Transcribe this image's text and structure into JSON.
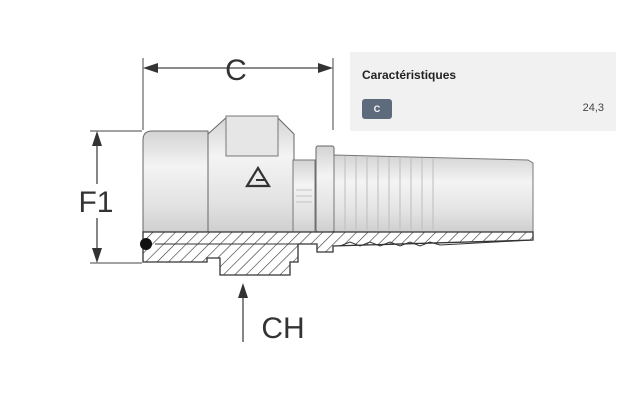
{
  "drawing": {
    "dim_c": "C",
    "dim_f1": "F1",
    "dim_ch": "CH"
  },
  "panel": {
    "title": "Caractéristiques",
    "rows": [
      {
        "badge": "C",
        "value": "24,3"
      }
    ]
  },
  "colors": {
    "metal_top": "#dcdcdc",
    "metal_light": "#f0f0f0",
    "outline": "#555555",
    "badge": "#5e6b7c",
    "panel_bg": "#f1f1f1"
  }
}
